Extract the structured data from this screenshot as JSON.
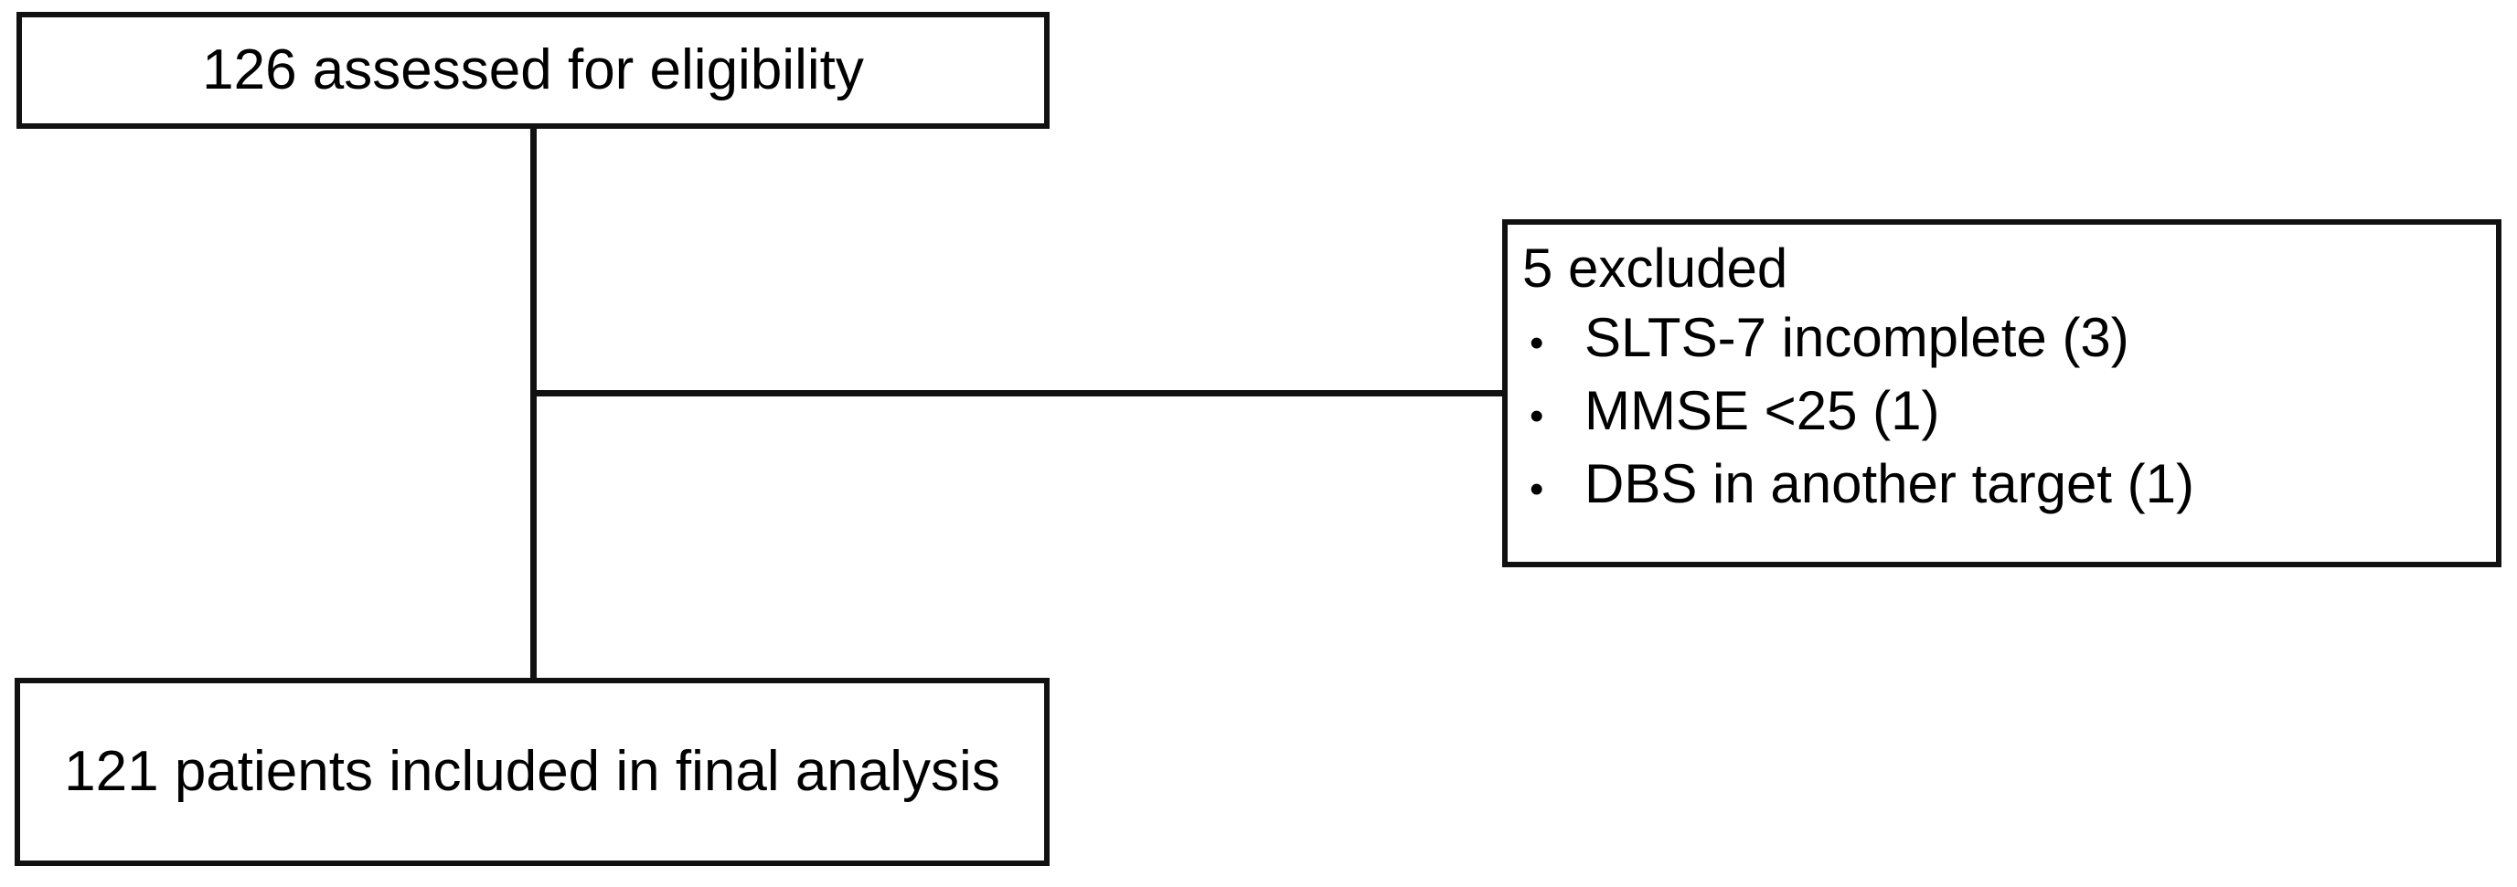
{
  "diagram": {
    "type": "study-flow-diagram",
    "colors": {
      "stroke": "#111111",
      "background": "#ffffff",
      "text": "#000000"
    },
    "nodes": {
      "assessed": {
        "label": "126 assessed for eligibility",
        "count": 126
      },
      "excluded": {
        "title": "5 excluded",
        "count": 5,
        "bullet_glyph": "•",
        "reasons": [
          {
            "text": "SLTS-7 incomplete (3)",
            "n": 3
          },
          {
            "text": "MMSE <25 (1)",
            "n": 1
          },
          {
            "text": "DBS in another target (1)",
            "n": 1
          }
        ]
      },
      "included": {
        "label": "121 patients included in final analysis",
        "count": 121
      }
    },
    "connectors": [
      {
        "name": "trunk-vertical",
        "from": "assessed",
        "to": "included"
      },
      {
        "name": "branch-horizontal",
        "from": "trunk",
        "to": "excluded"
      }
    ]
  }
}
